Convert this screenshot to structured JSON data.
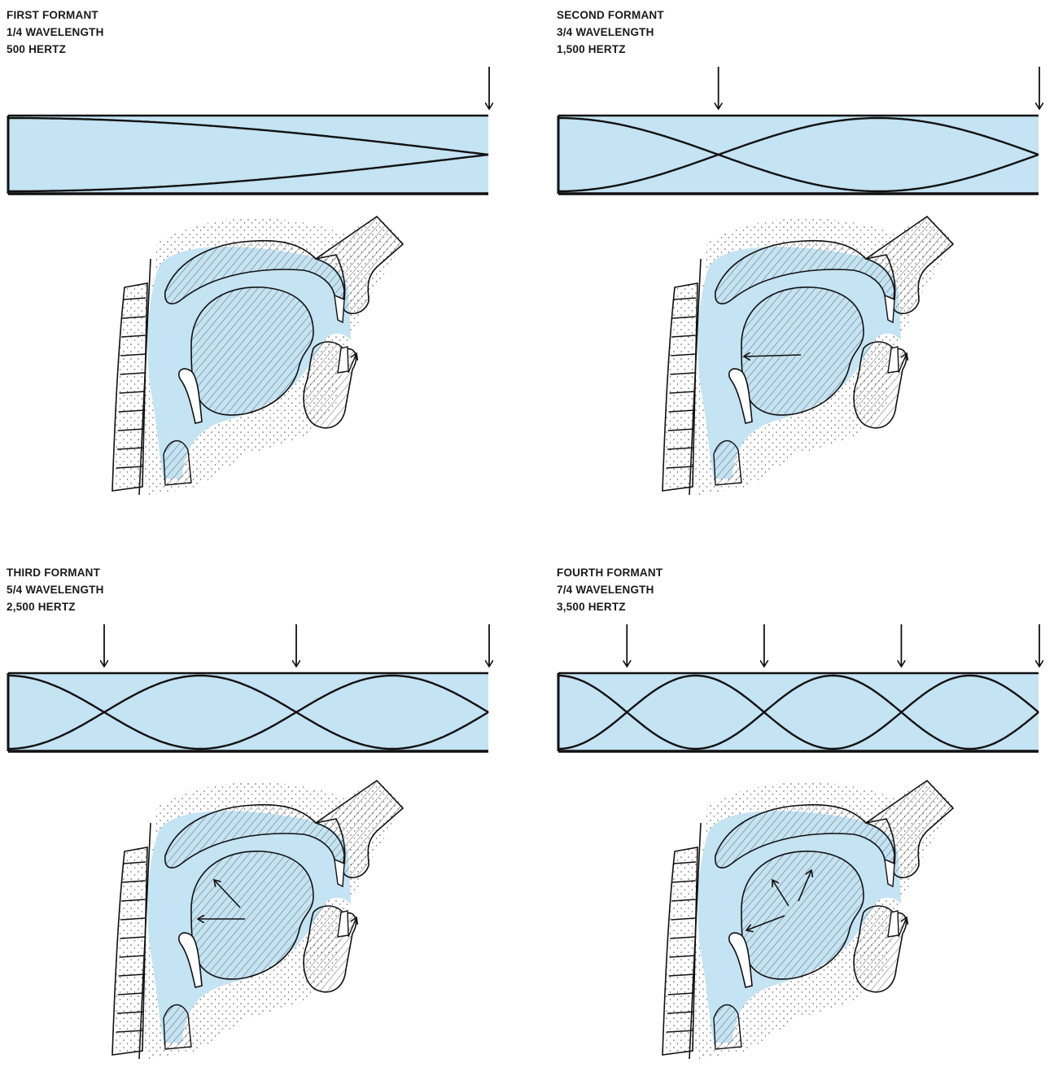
{
  "panels": [
    {
      "title": "FIRST FORMANT",
      "wavelength": "1/4 WAVELENGTH",
      "frequency": "500 HERTZ",
      "quarter_waves": 1,
      "node_arrows": 1
    },
    {
      "title": "SECOND FORMANT",
      "wavelength": "3/4 WAVELENGTH",
      "frequency": "1,500 HERTZ",
      "quarter_waves": 3,
      "node_arrows": 2
    },
    {
      "title": "THIRD FORMANT",
      "wavelength": "5/4 WAVELENGTH",
      "frequency": "2,500 HERTZ",
      "quarter_waves": 5,
      "node_arrows": 3
    },
    {
      "title": "FOURTH FORMANT",
      "wavelength": "7/4 WAVELENGTH",
      "frequency": "3,500 HERTZ",
      "quarter_waves": 7,
      "node_arrows": 4
    }
  ],
  "colors": {
    "air": "#c4e3f3",
    "ink": "#111111",
    "tissue": "#ffffff"
  }
}
